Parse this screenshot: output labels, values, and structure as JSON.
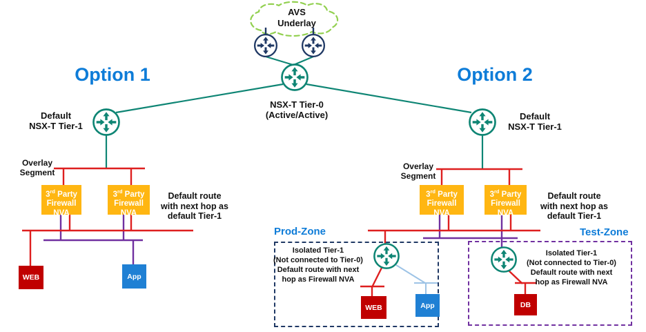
{
  "colors": {
    "teal": "#0E8574",
    "navy": "#1F3864",
    "green": "#92D050",
    "red": "#DE1F1F",
    "dark_red": "#C00000",
    "purple": "#7030A0",
    "orange": "#FFB612",
    "blue": "#1F80D4",
    "label_blue": "#0E7CD8",
    "light_blue": "#9DC3E6",
    "ink": "#111111"
  },
  "labels": {
    "cloud": "AVS\nUnderlay",
    "option1": "Option 1",
    "option2": "Option 2",
    "tier0": "NSX-T Tier-0\n(Active/Active)",
    "default_tier1": "Default\nNSX-T Tier-1",
    "overlay_segment": "Overlay\nSegment",
    "default_route_note": "Default route\nwith next hop as\ndefault Tier-1",
    "prod_zone": "Prod-Zone",
    "test_zone": "Test-Zone",
    "isolated_note": "Isolated Tier-1\n(Not connected to Tier-0)\nDefault route with next\nhop as Firewall NVA"
  },
  "nva_box": {
    "num": "3",
    "sup": "rd",
    "party": " Party",
    "line2": "Firewall",
    "line3": "NVA"
  },
  "workloads": {
    "web": "WEB",
    "app": "App",
    "db": "DB"
  }
}
